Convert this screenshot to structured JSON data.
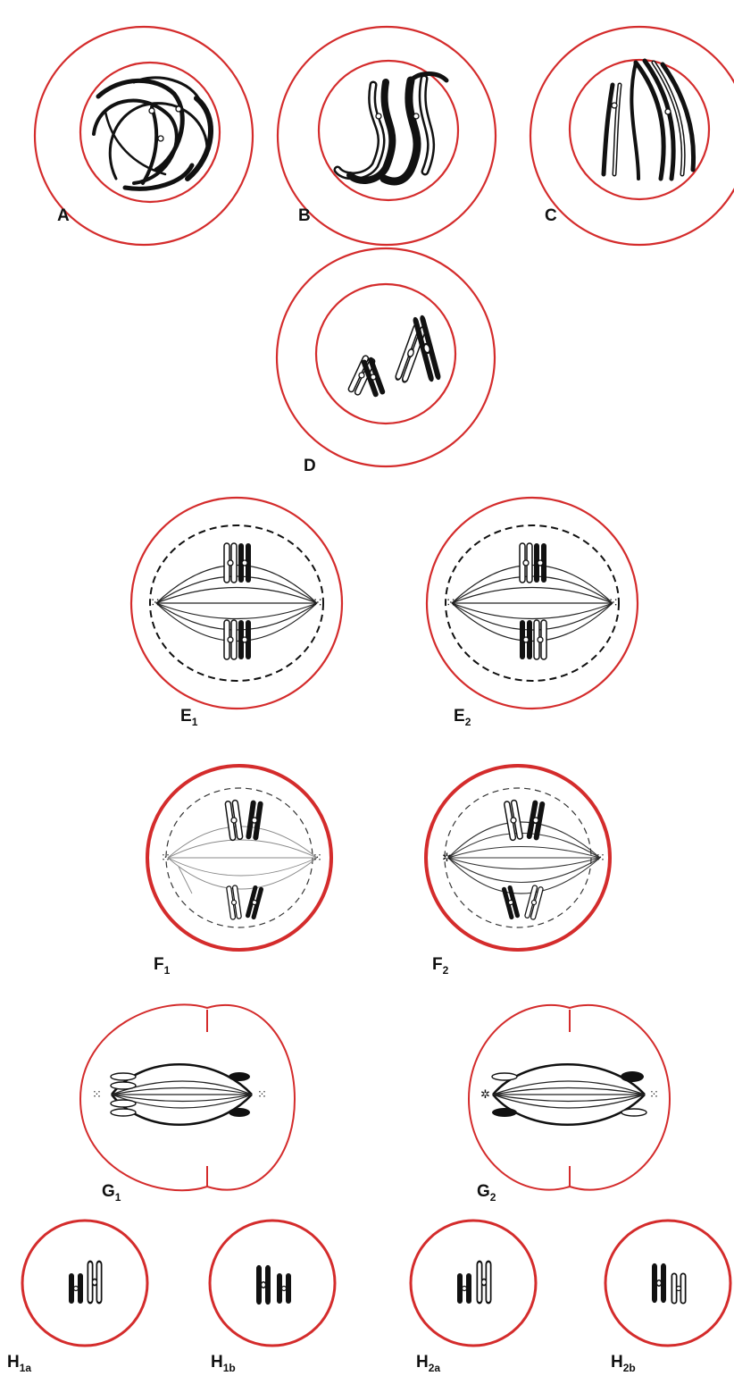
{
  "colors": {
    "cell_outline": "#d42c2c",
    "chromatid_dark": "#111111",
    "chromatid_light": "#ffffff",
    "spindle": "#222222"
  },
  "labels": {
    "A": "A",
    "B": "B",
    "C": "C",
    "D": "D",
    "E1": {
      "main": "E",
      "sub": "1"
    },
    "E2": {
      "main": "E",
      "sub": "2"
    },
    "F1": {
      "main": "F",
      "sub": "1"
    },
    "F2": {
      "main": "F",
      "sub": "2"
    },
    "G1": {
      "main": "G",
      "sub": "1"
    },
    "G2": {
      "main": "G",
      "sub": "2"
    },
    "H1a": {
      "main": "H",
      "sub": "1a"
    },
    "H1b": {
      "main": "H",
      "sub": "1b"
    },
    "H2a": {
      "main": "H",
      "sub": "2a"
    },
    "H2b": {
      "main": "H",
      "sub": "2b"
    }
  }
}
